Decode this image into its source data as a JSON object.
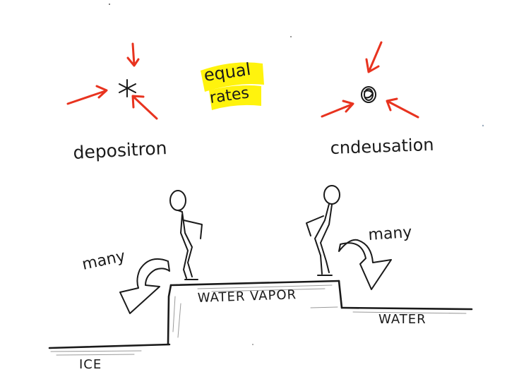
{
  "labels": {
    "deposition": "depositron",
    "condensation": "cndeusation",
    "equal_rates_line1": "equal",
    "equal_rates_line2": "rates",
    "many_left": "many",
    "many_right": "many",
    "water_vapor": "WATER VAPOR",
    "water": "WATER",
    "ice": "ICE"
  },
  "colors": {
    "ink": "#1a1a1a",
    "arrow": "#e8331f",
    "highlight": "#fff200"
  },
  "icons": {
    "ice_crystal": "asterisk",
    "water_droplet": "scribbled-circle",
    "molecule_person": "stick-figure"
  }
}
